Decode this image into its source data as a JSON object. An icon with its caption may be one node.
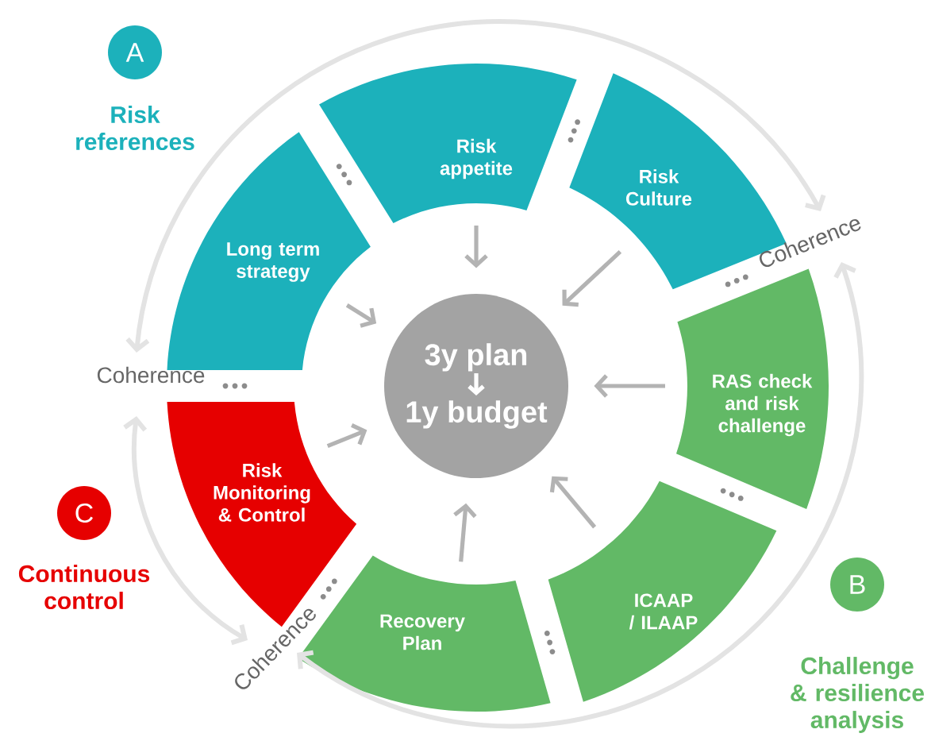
{
  "diagram": {
    "nodes": [
      {
        "text": [
          "A"
        ]
      },
      {
        "text": [
          "Risk appetite"
        ]
      },
      {
        "text": [
          "Risk Culture"
        ]
      },
      {
        "text": [
          "Coherence"
        ]
      },
      {
        "text": [
          "Long term strategy"
        ]
      },
      {
        "text": [
          "3y plan",
          "1y budget"
        ]
      },
      {
        "text": [
          "RAS check and risk challenge"
        ]
      },
      {
        "text": [
          "Coherence"
        ]
      },
      {
        "text": [
          "Risk Monitoring & Control"
        ]
      },
      {
        "text": [
          "C"
        ]
      },
      {
        "text": [
          "ICAAP / ILAAP"
        ]
      },
      {
        "text": [
          "B"
        ]
      },
      {
        "text": [
          "Recovery Plan"
        ]
      },
      {
        "text": [
          "Coherence"
        ]
      }
    ],
    "edges": [
      {
        "from": 1,
        "to": 5,
        "arrow": "to"
      },
      {
        "from": 2,
        "to": 5,
        "arrow": "to"
      },
      {
        "from": 4,
        "to": 5,
        "arrow": "to"
      },
      {
        "from": 6,
        "to": 5,
        "arrow": "to"
      },
      {
        "from": 8,
        "to": 5,
        "arrow": "to"
      },
      {
        "from": 10,
        "to": 5,
        "arrow": "to"
      },
      {
        "from": 12,
        "to": 5,
        "arrow": "to"
      },
      {
        "from": 7,
        "to": 3,
        "arrow": "both",
        "color": "#e3e3e3"
      },
      {
        "from": 3,
        "to": 13,
        "arrow": "both",
        "color": "#e3e3e3"
      },
      {
        "from": 7,
        "to": 13,
        "arrow": "both",
        "color": "#e3e3e3"
      }
    ],
    "labels": [
      "Risk references",
      "Continuous control",
      "Challenge & resilience analysis"
    ]
  }
}
